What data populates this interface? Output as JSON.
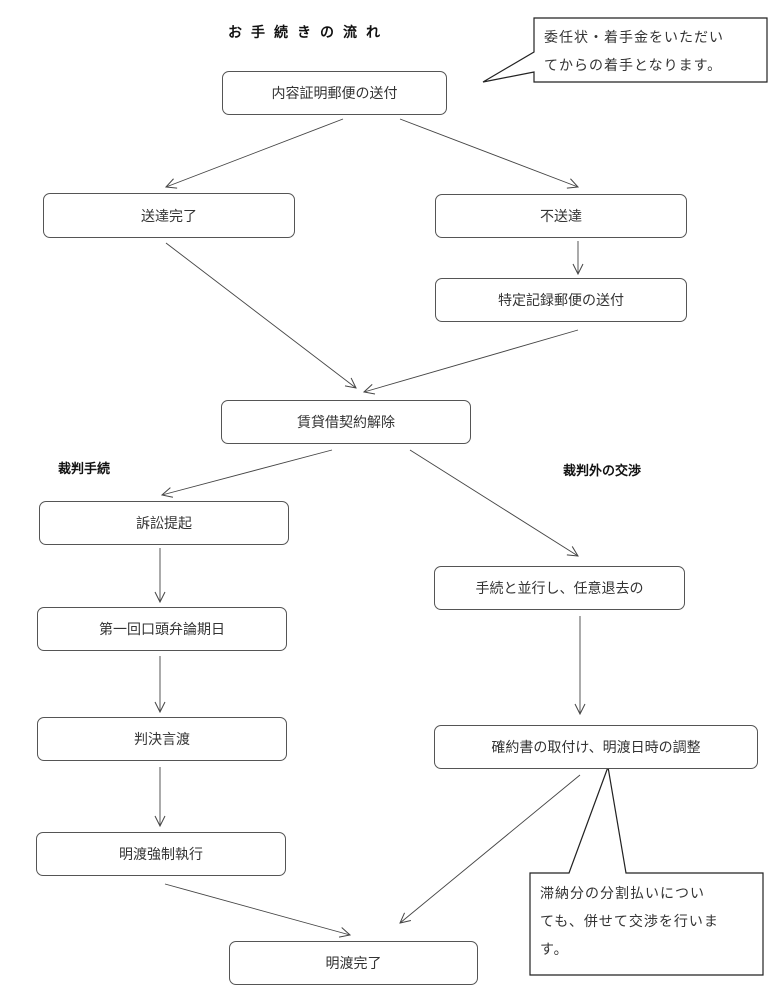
{
  "title": "お手続きの流れ",
  "sections": {
    "litigation": "裁判手続",
    "negotiation": "裁判外の交渉"
  },
  "nodes": {
    "certified_mail": "内容証明郵便の送付",
    "delivered": "送達完了",
    "not_delivered": "不送達",
    "specified_record_mail": "特定記録郵便の送付",
    "lease_termination": "賃貸借契約解除",
    "lawsuit_filing": "訴訟提起",
    "first_hearing": "第一回口頭弁論期日",
    "judgment": "判決言渡",
    "forced_eviction": "明渡強制執行",
    "voluntary_departure": "手続と並行し、任意退去の",
    "pledge_adjustment": "確約書の取付け、明渡日時の調整",
    "eviction_complete": "明渡完了"
  },
  "callouts": {
    "retainer": {
      "line1": "委任状・着手金をいただい",
      "line2": "てからの着手となります。"
    },
    "installments": {
      "line1": "滞納分の分割払いについ",
      "line2": "ても、併せて交渉を行いま",
      "line3": "す。"
    }
  },
  "edges": [
    {
      "from": "certified_mail",
      "to": "delivered"
    },
    {
      "from": "certified_mail",
      "to": "not_delivered"
    },
    {
      "from": "not_delivered",
      "to": "specified_record_mail"
    },
    {
      "from": "delivered",
      "to": "lease_termination"
    },
    {
      "from": "specified_record_mail",
      "to": "lease_termination"
    },
    {
      "from": "lease_termination",
      "to": "lawsuit_filing"
    },
    {
      "from": "lease_termination",
      "to": "voluntary_departure"
    },
    {
      "from": "lawsuit_filing",
      "to": "first_hearing"
    },
    {
      "from": "first_hearing",
      "to": "judgment"
    },
    {
      "from": "judgment",
      "to": "forced_eviction"
    },
    {
      "from": "voluntary_departure",
      "to": "pledge_adjustment"
    },
    {
      "from": "forced_eviction",
      "to": "eviction_complete"
    },
    {
      "from": "pledge_adjustment",
      "to": "eviction_complete"
    }
  ]
}
